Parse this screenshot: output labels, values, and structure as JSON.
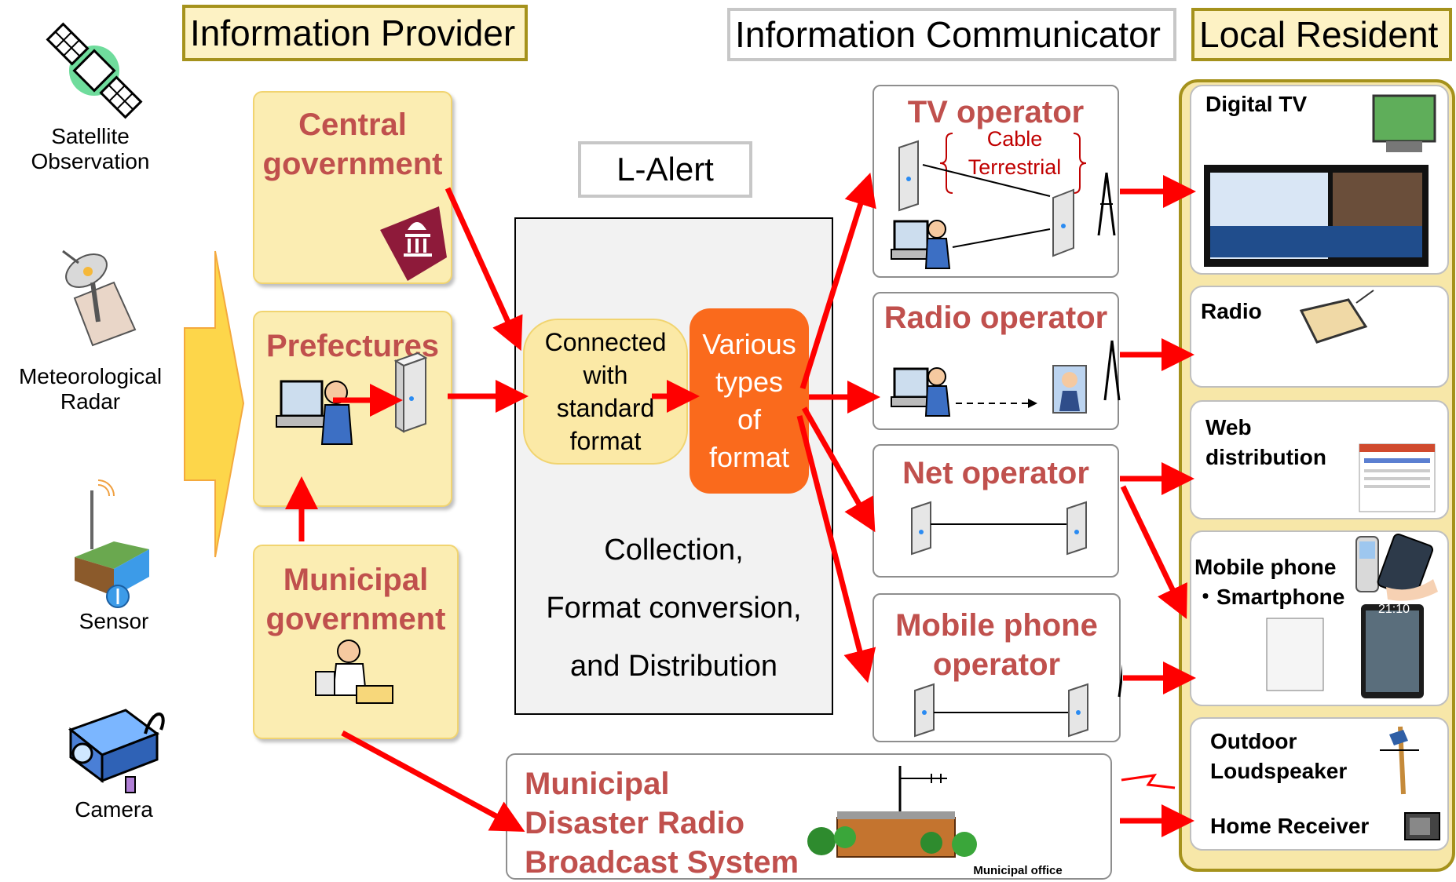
{
  "headers": {
    "provider": "Information Provider",
    "communicator": "Information Communicator",
    "resident": "Local Resident"
  },
  "sources": {
    "satellite": "Satellite\nObservation",
    "radar": "Meteorological\nRadar",
    "sensor": "Sensor",
    "camera": "Camera"
  },
  "providers": {
    "central": "Central\ngovernment",
    "prefectures": "Prefectures",
    "municipal": "Municipal\ngovernment"
  },
  "lalert": {
    "title": "L-Alert",
    "connected": "Connected\nwith\nstandard\nformat",
    "various": "Various\ntypes\nof\nformat",
    "line1": "Collection,",
    "line2": "Format conversion,",
    "line3": "and Distribution"
  },
  "operators": {
    "tv": "TV operator",
    "cable": "Cable",
    "terrestrial": "Terrestrial",
    "radio": "Radio operator",
    "net": "Net operator",
    "mobile": "Mobile phone\noperator"
  },
  "residents": {
    "digital_tv": "Digital TV",
    "radio": "Radio",
    "web": "Web\ndistribution",
    "mobile": "Mobile phone\n・Smartphone",
    "outdoor": "Outdoor\nLoudspeaker",
    "home": "Home Receiver"
  },
  "municipal_radio": {
    "title": "Municipal\nDisaster Radio\nBroadcast System",
    "office": "Municipal office"
  },
  "phone_clock": "21:10",
  "colors": {
    "arrow": "#ff0000",
    "accent_text": "#c0504d",
    "gold_border": "#a5921c",
    "orange": "#fa6a1c"
  }
}
